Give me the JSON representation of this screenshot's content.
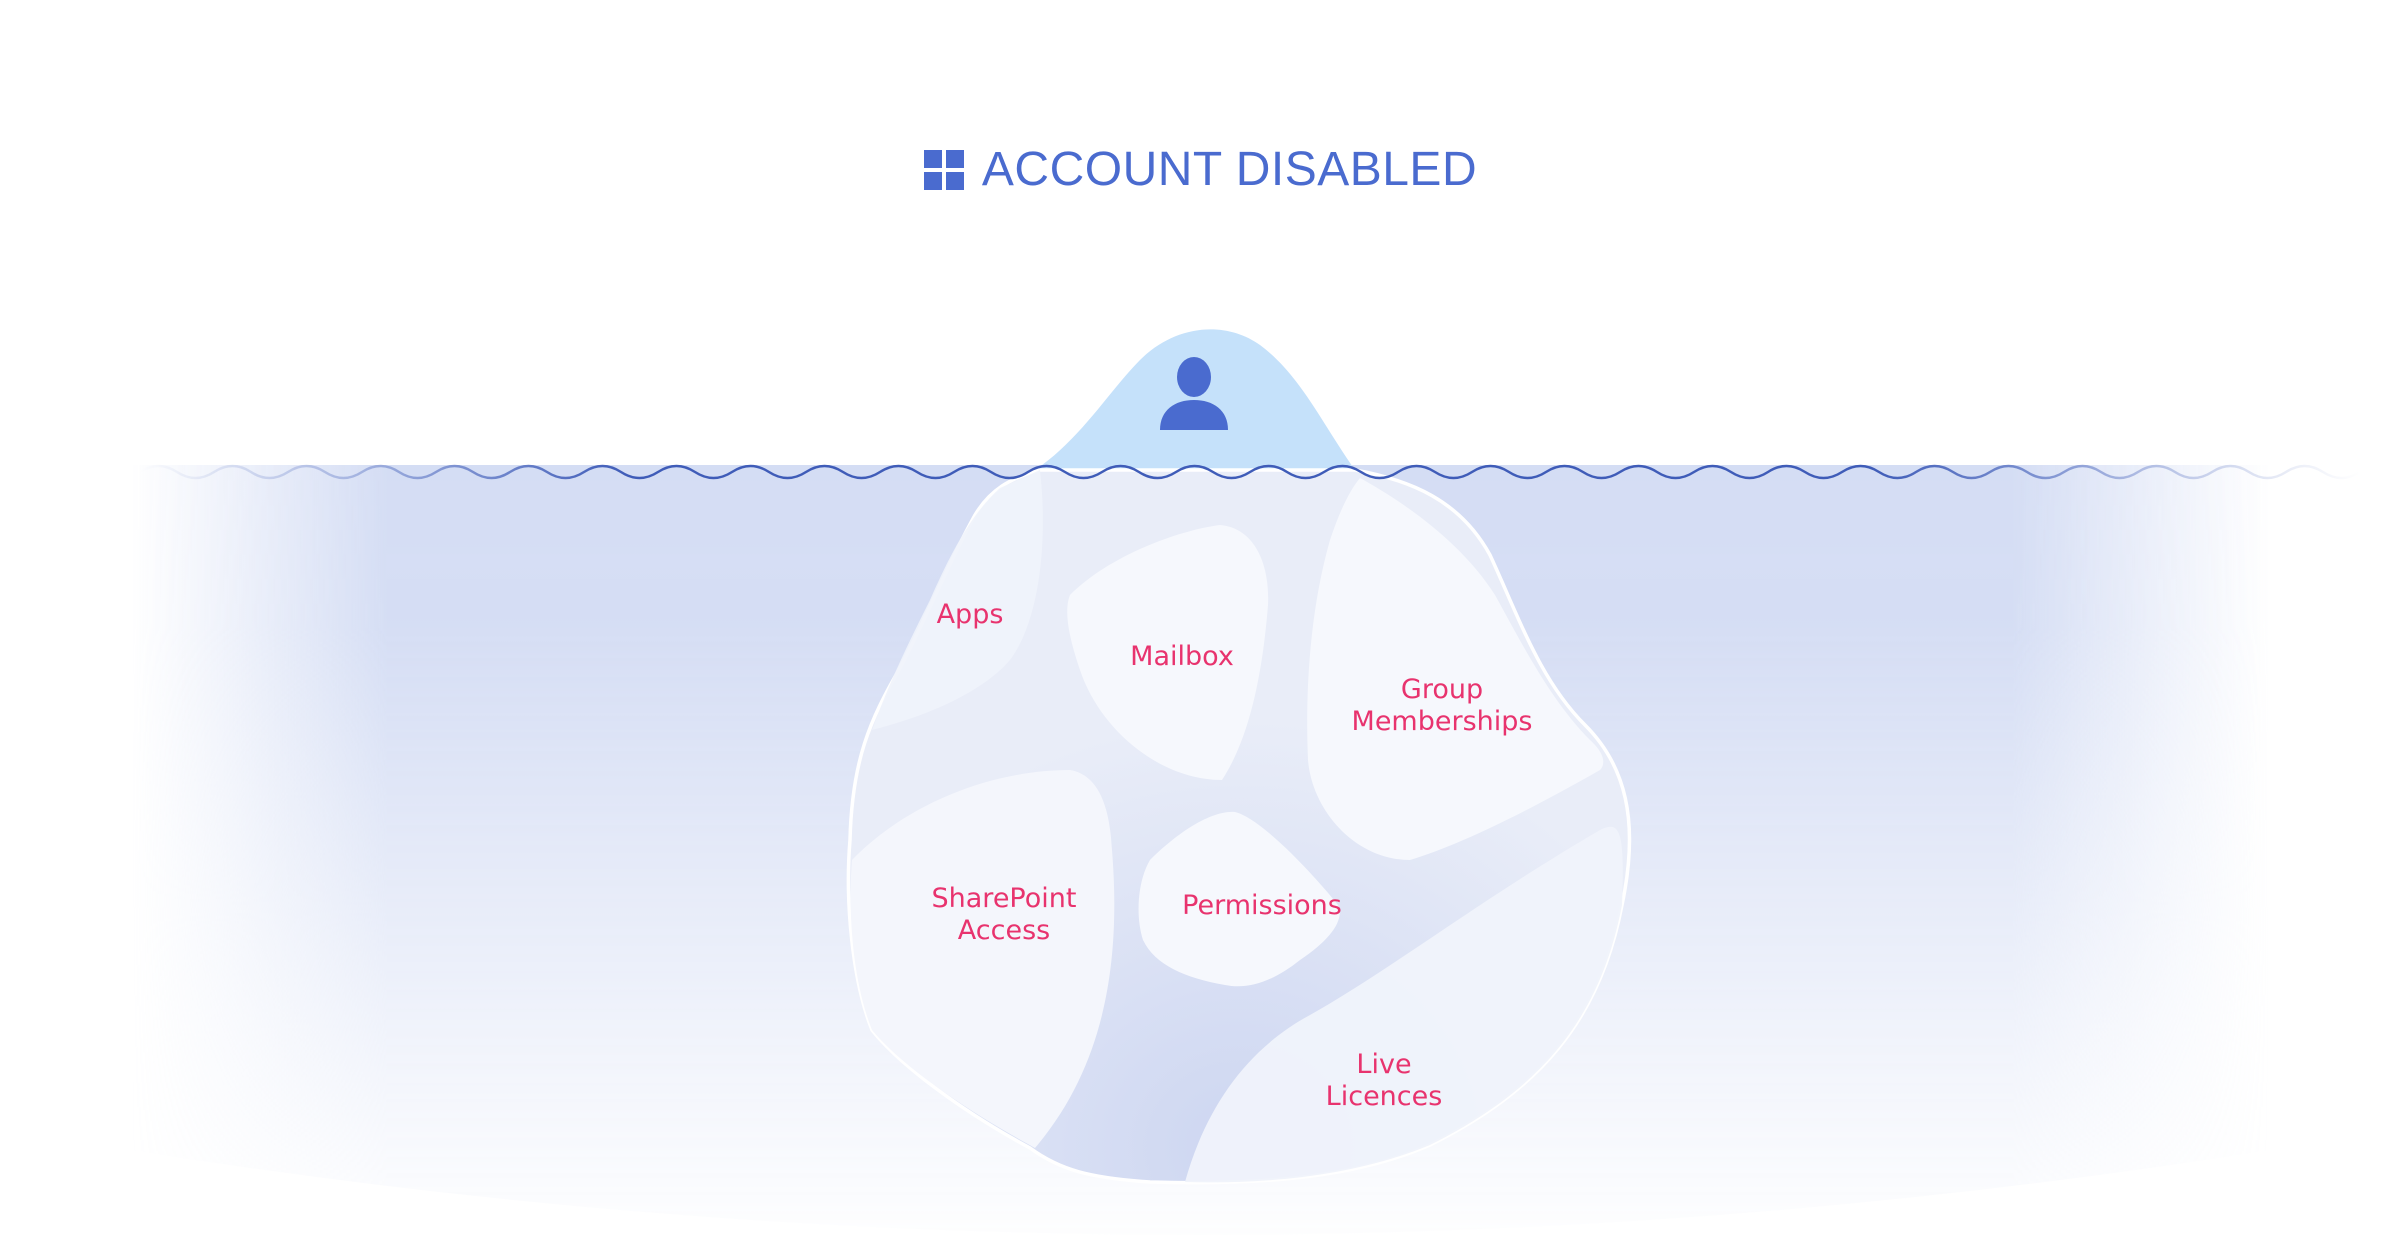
{
  "title": {
    "text": "ACCOUNT DISABLED",
    "icon": "windows-logo-icon"
  },
  "tip_icon": "user-icon",
  "chunks": {
    "apps": "Apps",
    "mailbox": "Mailbox",
    "group_memberships": "Group\nMemberships",
    "sharepoint_access": "SharePoint\nAccess",
    "permissions": "Permissions",
    "live_licences": "Live\nLicences"
  },
  "colors": {
    "title": "#4a6bcf",
    "label": "#e8336e",
    "water": "#c9d4f1",
    "tip": "#c5e1fa",
    "wave": "#3f5cb8"
  }
}
